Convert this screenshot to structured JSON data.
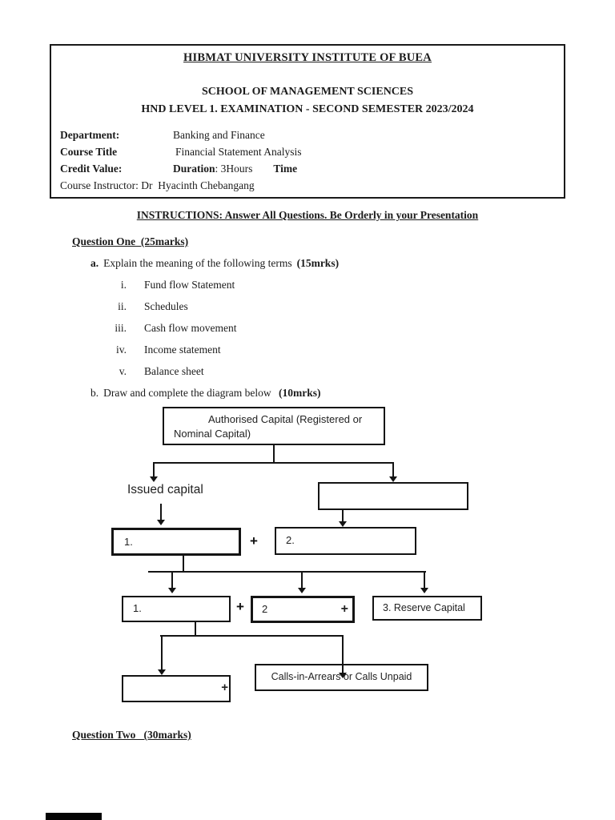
{
  "header_box": {
    "title": "HIBMAT UNIVERSITY INSTITUTE OF BUEA",
    "school": "SCHOOL OF MANAGEMENT SCIENCES",
    "exam_line": "HND LEVEL 1. EXAMINATION - SECOND SEMESTER 2023/2024",
    "fields": {
      "department_label": "Department:",
      "department_value": "Banking and Finance",
      "course_title_label": "Course Title",
      "course_title_value": "Financial Statement Analysis",
      "credit_value_label": "Credit Value:",
      "duration_label": "Duration",
      "duration_value": ": 3Hours",
      "time_label": "Time",
      "instructor_line": "Course Instructor: Dr  Hyacinth Chebangang"
    }
  },
  "instructions": "INSTRUCTIONS: Answer All Questions. Be Orderly in your Presentation",
  "question_one": {
    "heading": "Question One  (25marks)",
    "part_a": {
      "label": "a.",
      "text": "Explain the meaning of the following terms",
      "marks": "(15mrks)"
    },
    "items": [
      {
        "numeral": "i.",
        "text": "Fund flow Statement"
      },
      {
        "numeral": "ii.",
        "text": "Schedules"
      },
      {
        "numeral": "iii.",
        "text": "Cash flow movement"
      },
      {
        "numeral": "iv.",
        "text": "Income statement"
      },
      {
        "numeral": "v.",
        "text": "Balance sheet"
      }
    ],
    "part_b": {
      "label": "b.",
      "text": "Draw and complete the diagram below ",
      "marks": "(10mrks)"
    }
  },
  "diagram": {
    "root_line1": "Authorised Capital (Registered or",
    "root_line2": "Nominal Capital)",
    "issued_capital_label": "Issued capital",
    "level2_box1": "1.",
    "level2_plus": "+",
    "level2_box2": "2.",
    "level3_box1": "1.",
    "level3_plus": "+",
    "level3_box2": "2",
    "level3_box2_plus": "+",
    "level3_box3": "3. Reserve Capital",
    "bottom_box_plus": "+",
    "calls_box": "Calls-in-Arrears or Calls Unpaid"
  },
  "question_two": {
    "heading": "Question Two   (30marks)"
  },
  "colors": {
    "ink": "#1b1b1b",
    "paper": "#ffffff"
  }
}
